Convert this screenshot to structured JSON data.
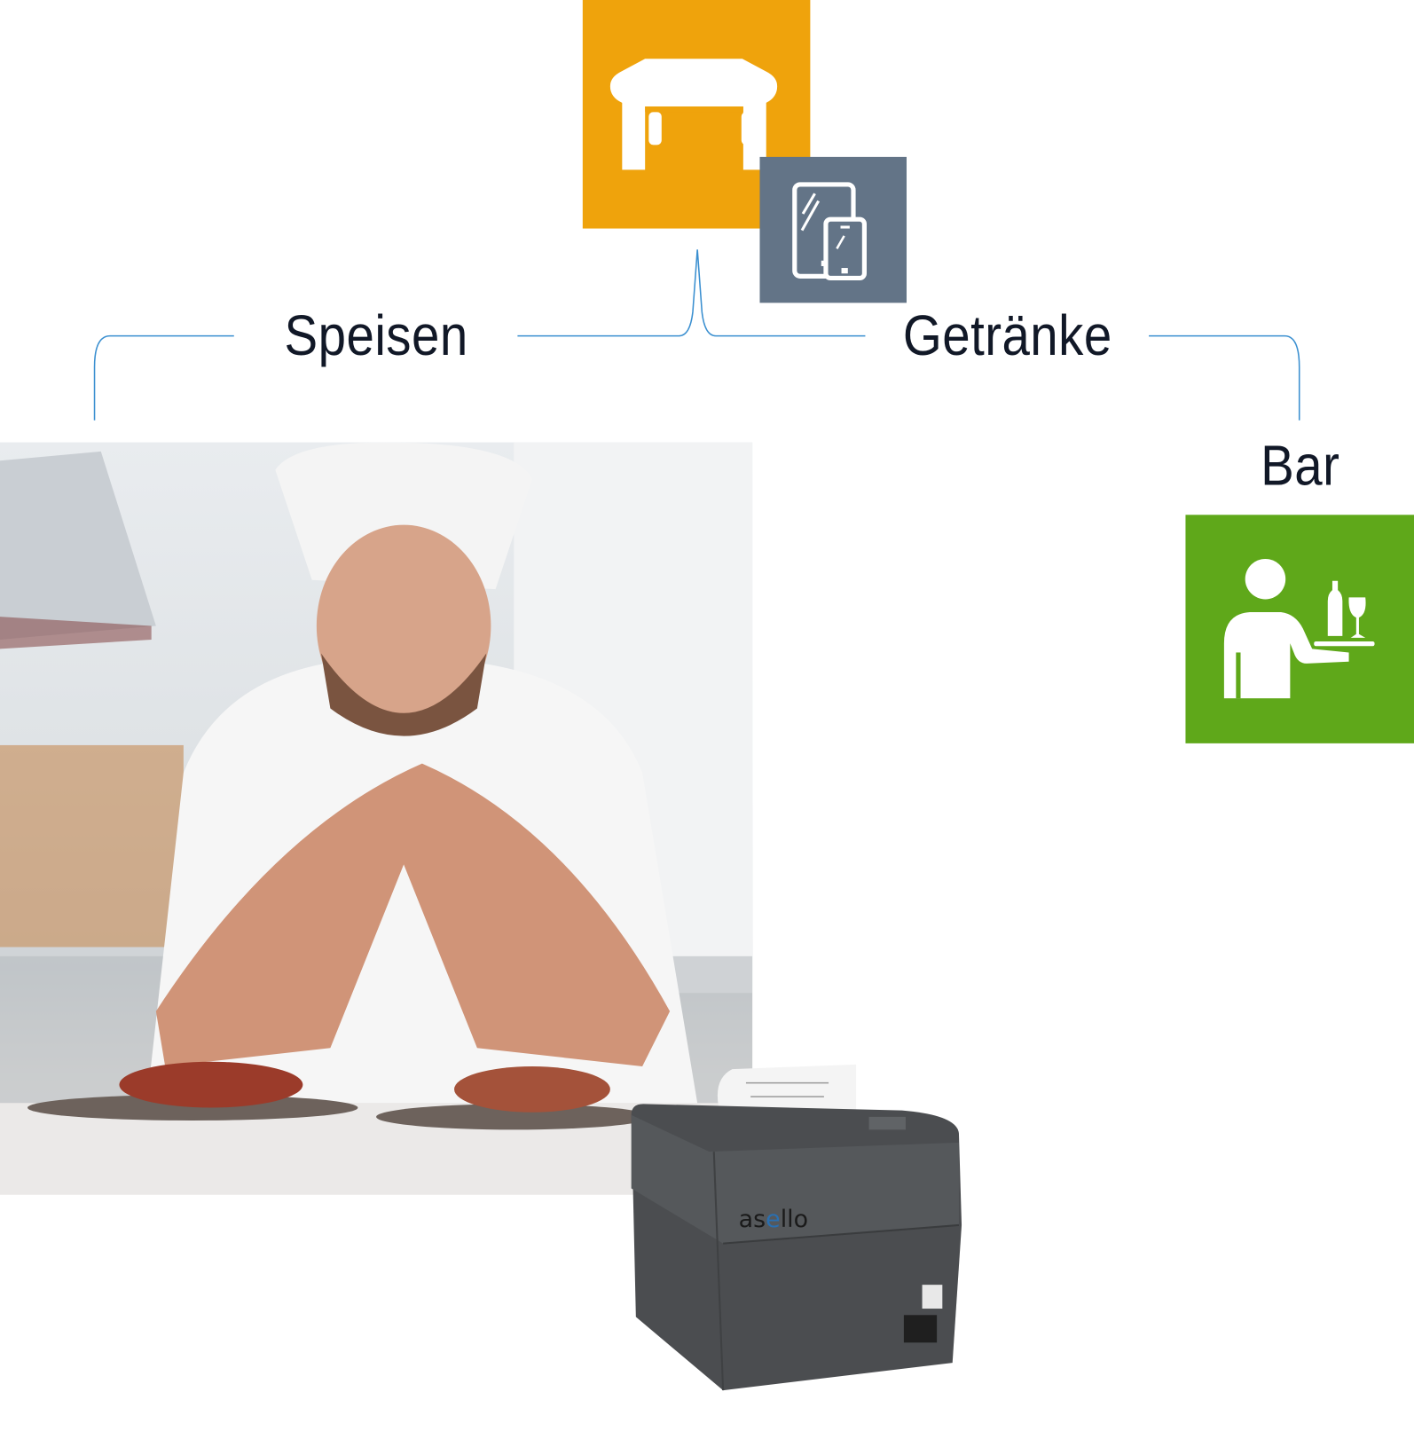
{
  "nodes": {
    "table": {
      "icon": "table-icon",
      "color": "#EFA30C"
    },
    "devices": {
      "icon": "tablet-phone-icon",
      "color": "#637487"
    },
    "bar": {
      "label": "Bar",
      "icon": "waiter-tray-icon",
      "color": "#5FA81A"
    }
  },
  "branches": {
    "food_label": "Speisen",
    "drinks_label": "Getränke",
    "line_color": "#3A8FD0"
  },
  "photo": {
    "subject": "chef-photo"
  },
  "printer": {
    "brand": "asello"
  }
}
